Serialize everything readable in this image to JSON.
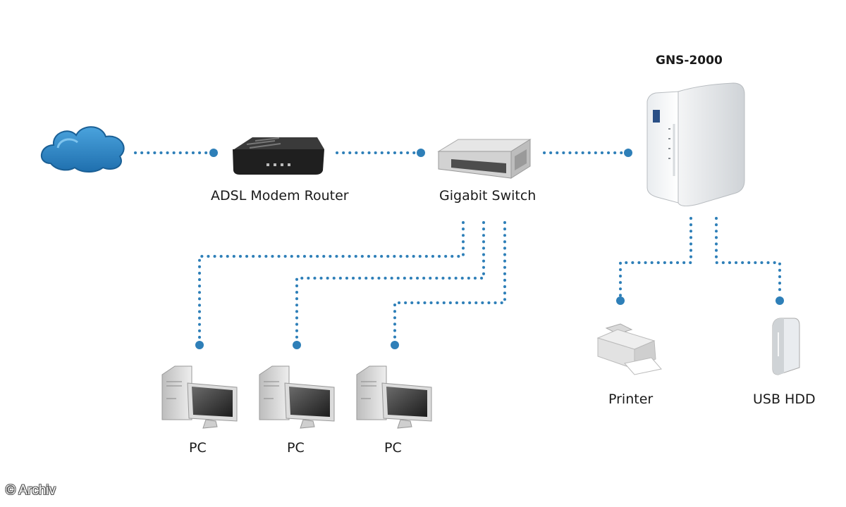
{
  "nodes": {
    "internet": {
      "icon": "cloud-icon"
    },
    "modem": {
      "label": "ADSL Modem Router",
      "icon": "modem-router-icon"
    },
    "switch": {
      "label": "Gigabit Switch",
      "icon": "network-switch-icon"
    },
    "nas": {
      "label": "GNS-2000",
      "icon": "nas-device-icon"
    },
    "pcs": [
      {
        "label": "PC",
        "icon": "desktop-computer-icon"
      },
      {
        "label": "PC",
        "icon": "desktop-computer-icon"
      },
      {
        "label": "PC",
        "icon": "desktop-computer-icon"
      }
    ],
    "printer": {
      "label": "Printer",
      "icon": "printer-icon"
    },
    "usb_hdd": {
      "label": "USB HDD",
      "icon": "external-hard-drive-icon"
    }
  },
  "connections": [
    {
      "from": "internet",
      "to": "modem"
    },
    {
      "from": "modem",
      "to": "switch"
    },
    {
      "from": "switch",
      "to": "nas"
    },
    {
      "from": "switch",
      "to": "pc-1"
    },
    {
      "from": "switch",
      "to": "pc-2"
    },
    {
      "from": "switch",
      "to": "pc-3"
    },
    {
      "from": "nas",
      "to": "printer"
    },
    {
      "from": "nas",
      "to": "usb_hdd"
    }
  ],
  "colors": {
    "link": "#2e7fb8",
    "cloud": "#2a7fc0"
  },
  "credit": "© Archiv"
}
